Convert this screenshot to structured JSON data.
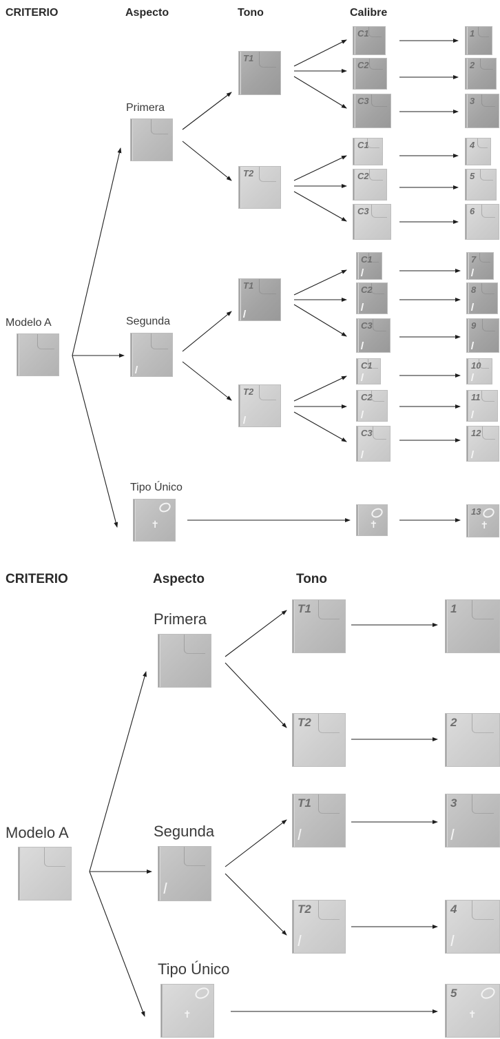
{
  "colors": {
    "line": "#1e1e1e",
    "tile_dark": "#a8a8a8",
    "tile_light": "#d2d2d2",
    "text": "#333333"
  },
  "diagram_a": {
    "headers": {
      "criterio": "CRITERIO",
      "aspecto": "Aspecto",
      "tono": "Tono",
      "calibre": "Calibre"
    },
    "model": "Modelo A",
    "branches": [
      {
        "label": "Primera",
        "tones": [
          {
            "code": "T1",
            "calibres": [
              {
                "code": "C1",
                "out": "1"
              },
              {
                "code": "C2",
                "out": "2"
              },
              {
                "code": "C3",
                "out": "3"
              }
            ]
          },
          {
            "code": "T2",
            "calibres": [
              {
                "code": "C1",
                "out": "4"
              },
              {
                "code": "C2",
                "out": "5"
              },
              {
                "code": "C3",
                "out": "6"
              }
            ]
          }
        ]
      },
      {
        "label": "Segunda",
        "tones": [
          {
            "code": "T1",
            "calibres": [
              {
                "code": "C1",
                "out": "7"
              },
              {
                "code": "C2",
                "out": "8"
              },
              {
                "code": "C3",
                "out": "9"
              }
            ]
          },
          {
            "code": "T2",
            "calibres": [
              {
                "code": "C1",
                "out": "10"
              },
              {
                "code": "C2",
                "out": "11"
              },
              {
                "code": "C3",
                "out": "12"
              }
            ]
          }
        ]
      },
      {
        "label": "Tipo Único",
        "out": "13"
      }
    ]
  },
  "diagram_b": {
    "headers": {
      "criterio": "CRITERIO",
      "aspecto": "Aspecto",
      "tono": "Tono"
    },
    "model": "Modelo A",
    "branches": [
      {
        "label": "Primera",
        "tones": [
          {
            "code": "T1",
            "out": "1"
          },
          {
            "code": "T2",
            "out": "2"
          }
        ]
      },
      {
        "label": "Segunda",
        "tones": [
          {
            "code": "T1",
            "out": "3"
          },
          {
            "code": "T2",
            "out": "4"
          }
        ]
      },
      {
        "label": "Tipo Único",
        "out": "5"
      }
    ]
  }
}
